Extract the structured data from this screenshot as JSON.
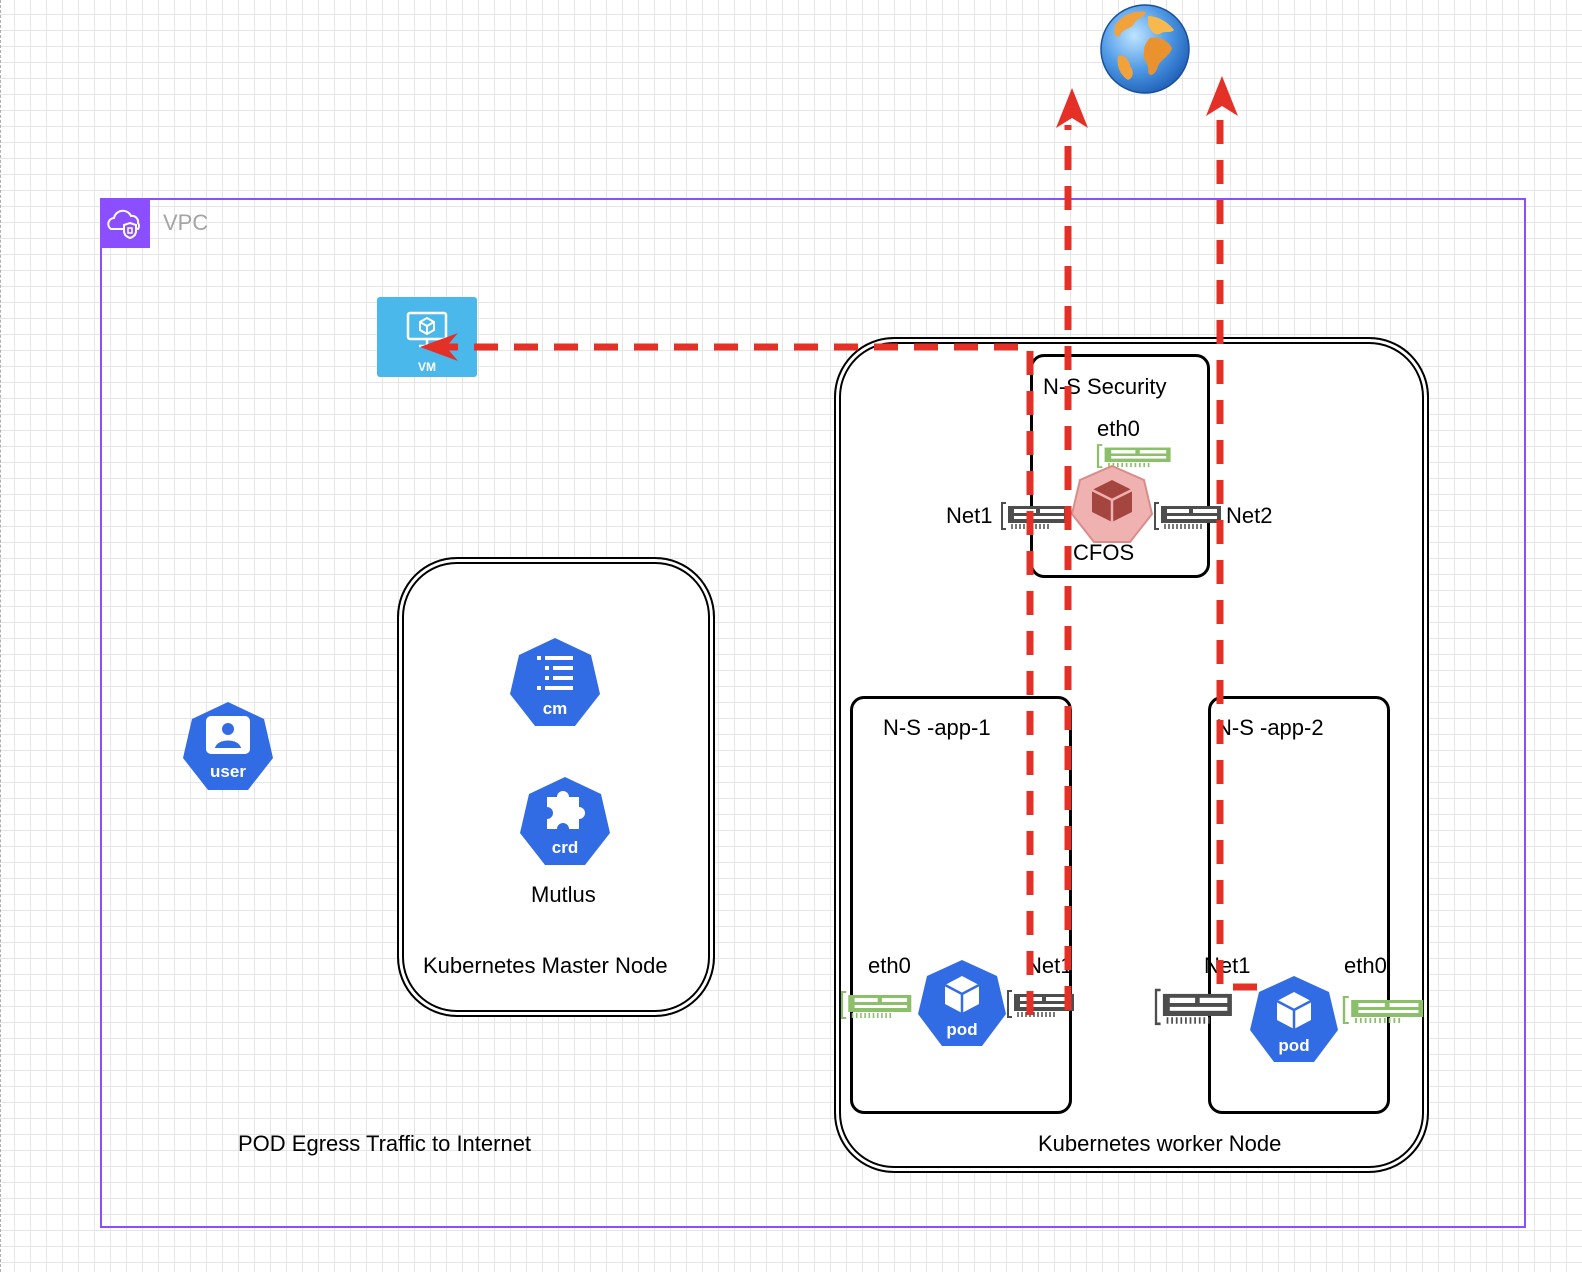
{
  "vpc": {
    "label": "VPC",
    "accent": "#8c4fff"
  },
  "vm": {
    "label": "VM",
    "color": "#4ab8ea"
  },
  "user": {
    "label": "user"
  },
  "master": {
    "title": "Kubernetes Master Node",
    "cm_label": "cm",
    "crd_label": "crd",
    "mutlus_label": "Mutlus"
  },
  "worker": {
    "title": "Kubernetes worker Node",
    "security": {
      "title": "N-S Security",
      "eth0": "eth0",
      "net1": "Net1",
      "net2": "Net2",
      "cfos": "CFOS"
    },
    "app1": {
      "title": "N-S -app-1",
      "eth0": "eth0",
      "net1": "Net1",
      "pod": "pod"
    },
    "app2": {
      "title": "N-S -app-2",
      "eth0": "eth0",
      "net1": "Net1",
      "pod": "pod"
    }
  },
  "caption": "POD Egress Traffic to Internet",
  "colors": {
    "k8s_blue": "#326ce5",
    "traffic_red": "#e53027",
    "nic_green": "#8bbf6a",
    "nic_dark": "#4d4d4d",
    "cfos_pink": "#f0b2b0"
  },
  "icons": [
    "globe-icon",
    "vm-icon",
    "user-icon",
    "cm-icon",
    "crd-icon",
    "pod-icon",
    "cfos-icon",
    "nic-icon",
    "vpc-icon"
  ]
}
